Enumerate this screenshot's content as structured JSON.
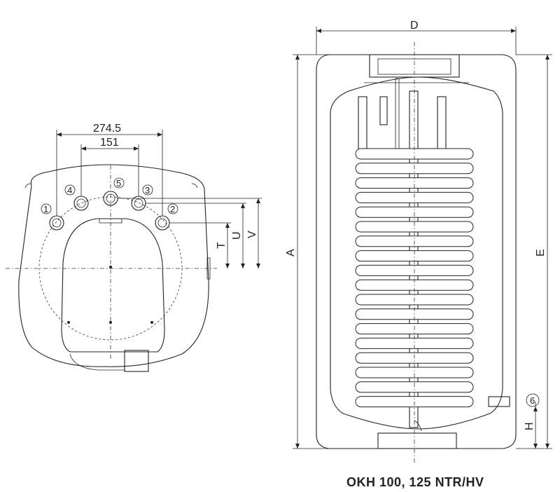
{
  "top_view": {
    "dim_outer": "274.5",
    "dim_inner": "151",
    "side_labels": [
      "T",
      "U",
      "V"
    ],
    "port_numbers": [
      "1",
      "2",
      "3",
      "4",
      "5"
    ]
  },
  "side_view": {
    "dim_width": "D",
    "dim_height_outer": "A",
    "dim_height_right": "E",
    "dim_bottom": "H",
    "port_number": "6"
  },
  "caption": "OKH 100, 125 NTR/HV"
}
